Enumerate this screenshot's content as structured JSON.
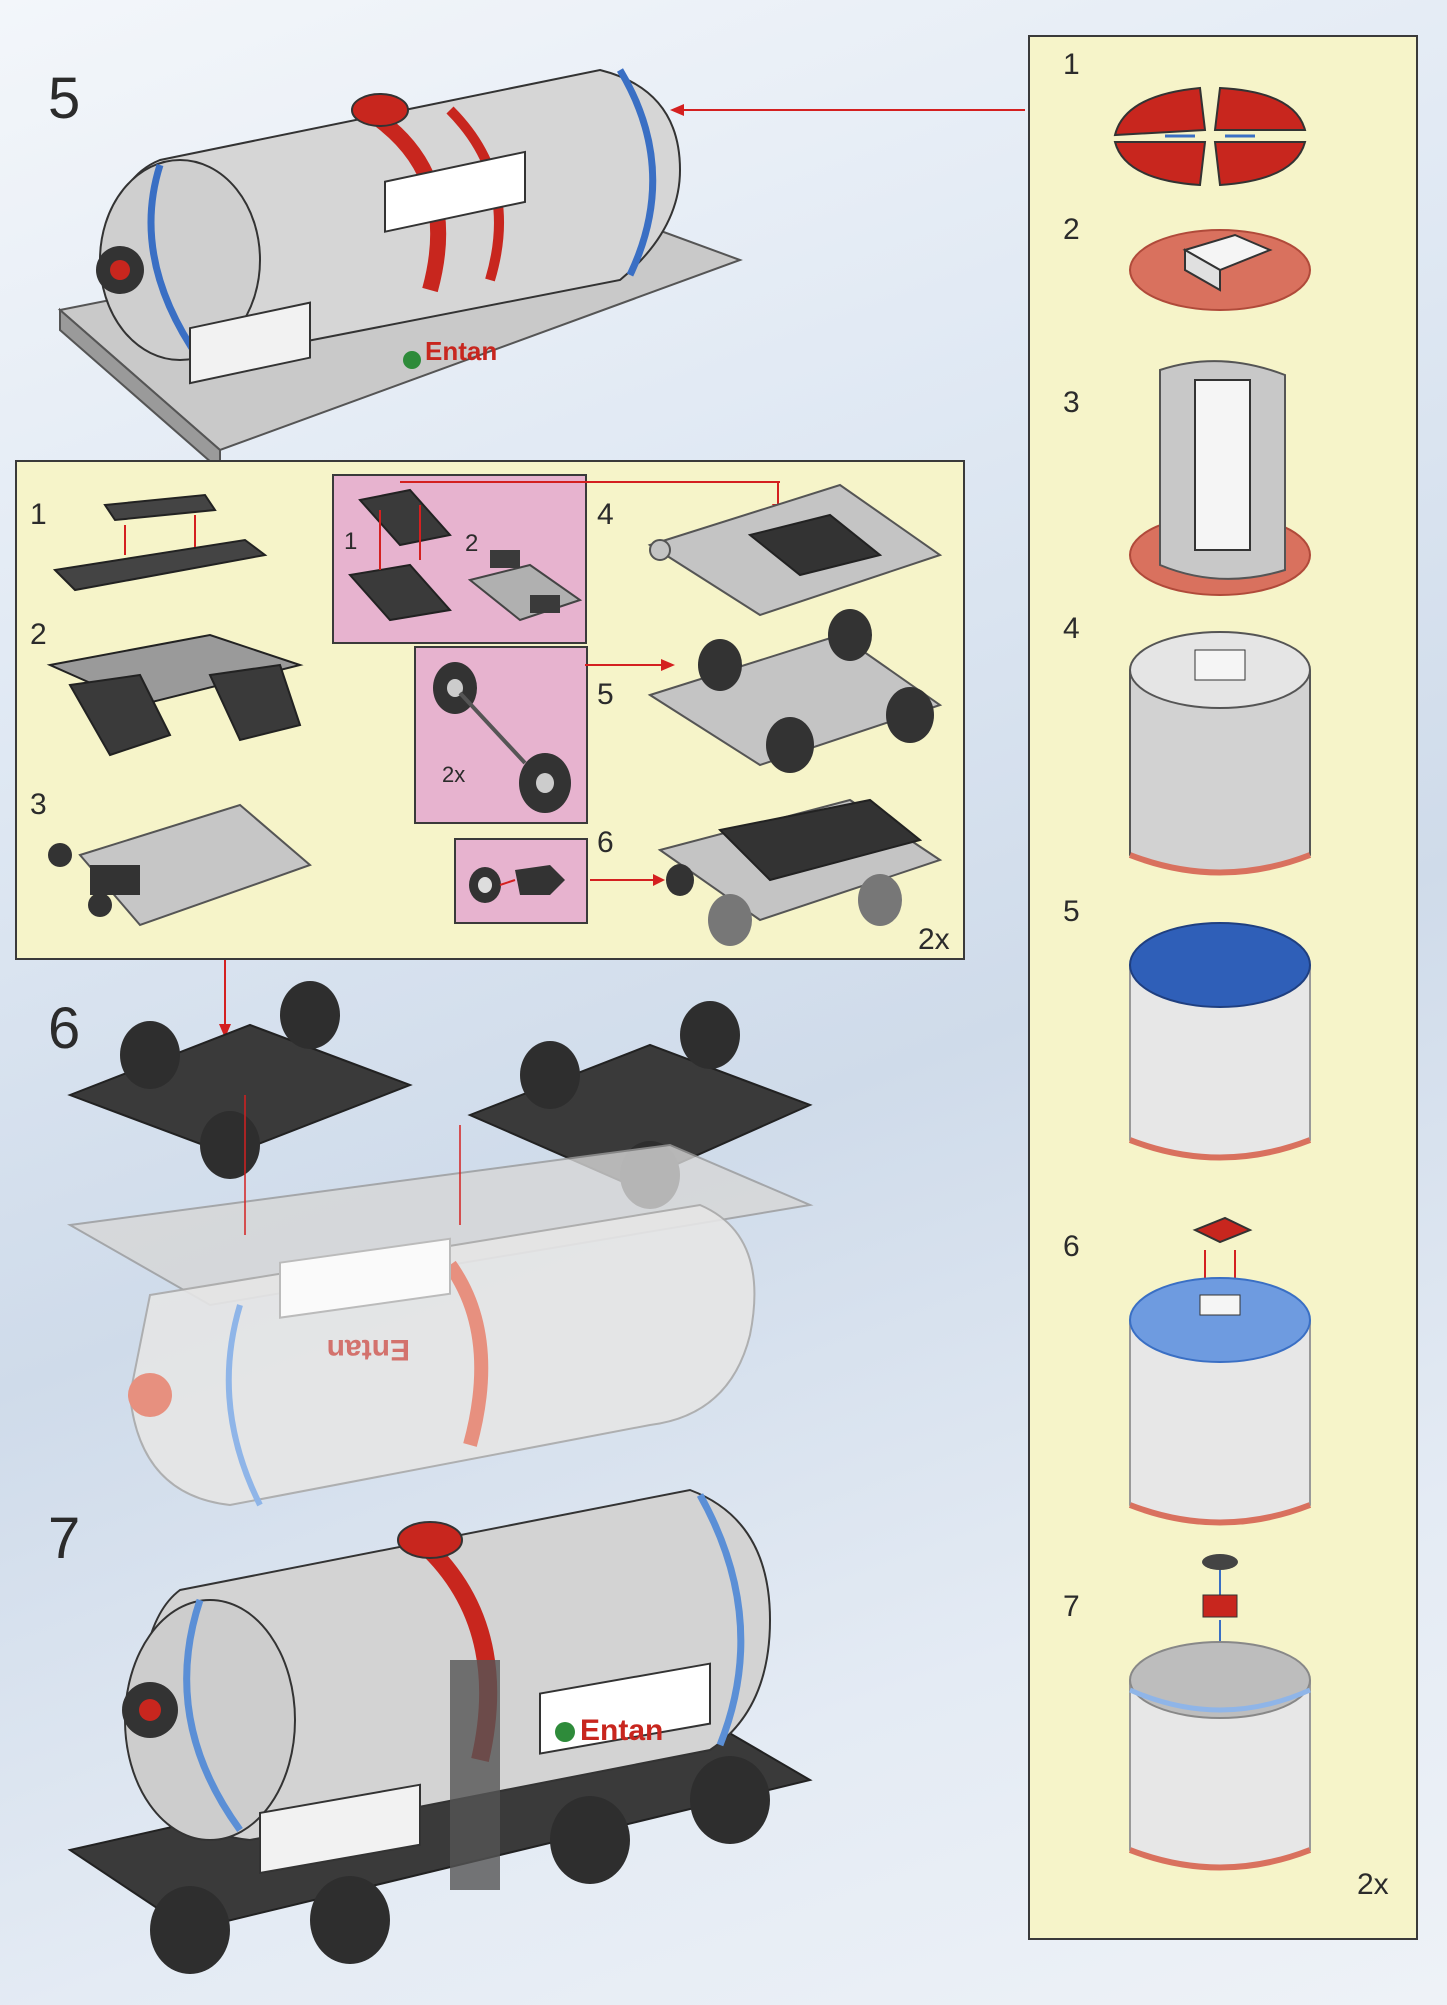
{
  "steps": {
    "s5": "5",
    "s6": "6",
    "s7": "7"
  },
  "sub_assembly": {
    "substeps": [
      "1",
      "2",
      "3",
      "4",
      "5",
      "6"
    ],
    "inset_numbers": [
      "1",
      "2"
    ],
    "axle_multiplier": "2x",
    "panel_multiplier": "2x"
  },
  "tank_end_panel": {
    "substeps": [
      "1",
      "2",
      "3",
      "4",
      "5",
      "6",
      "7"
    ],
    "panel_multiplier": "2x"
  },
  "brand": {
    "logo_text": "Entan",
    "accent": "#c8261e",
    "green": "#2e8b3a",
    "blue": "#3a6fc4"
  },
  "arrow_color": "#d42020"
}
